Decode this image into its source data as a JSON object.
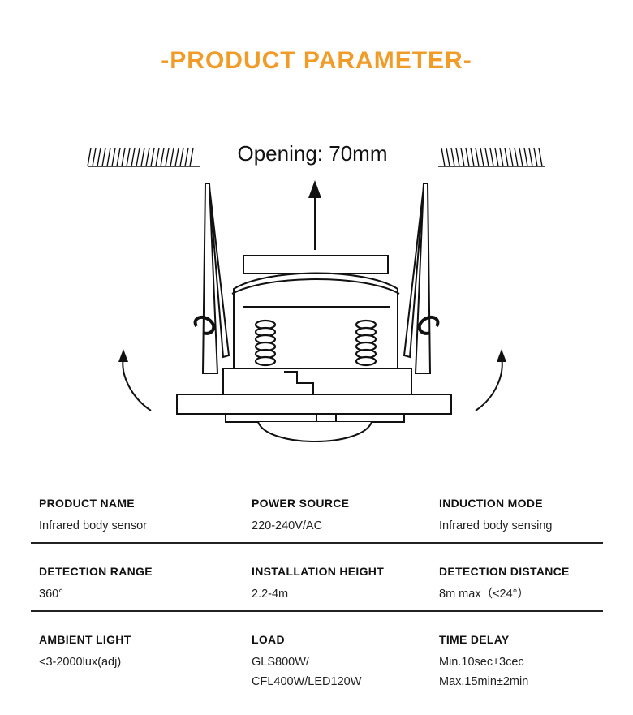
{
  "title": "-PRODUCT PARAMETER-",
  "diagram": {
    "opening_label": "Opening: 70mm"
  },
  "parameters": [
    [
      {
        "label": "PRODUCT NAME",
        "value": "Infrared body sensor"
      },
      {
        "label": "POWER SOURCE",
        "value": "220-240V/AC"
      },
      {
        "label": "INDUCTION MODE",
        "value": "Infrared body sensing"
      }
    ],
    [
      {
        "label": "DETECTION RANGE",
        "value": "360°"
      },
      {
        "label": "INSTALLATION HEIGHT",
        "value": "2.2-4m"
      },
      {
        "label": "DETECTION DISTANCE",
        "value": "8m max（<24°）"
      }
    ],
    [
      {
        "label": "AMBIENT LIGHT",
        "value": "<3-2000lux(adj)"
      },
      {
        "label": "LOAD",
        "value": "GLS800W/",
        "value2": "CFL400W/LED120W"
      },
      {
        "label": "TIME DELAY",
        "value": "Min.10sec±3cec",
        "value2": "Max.15min±2min"
      }
    ]
  ]
}
